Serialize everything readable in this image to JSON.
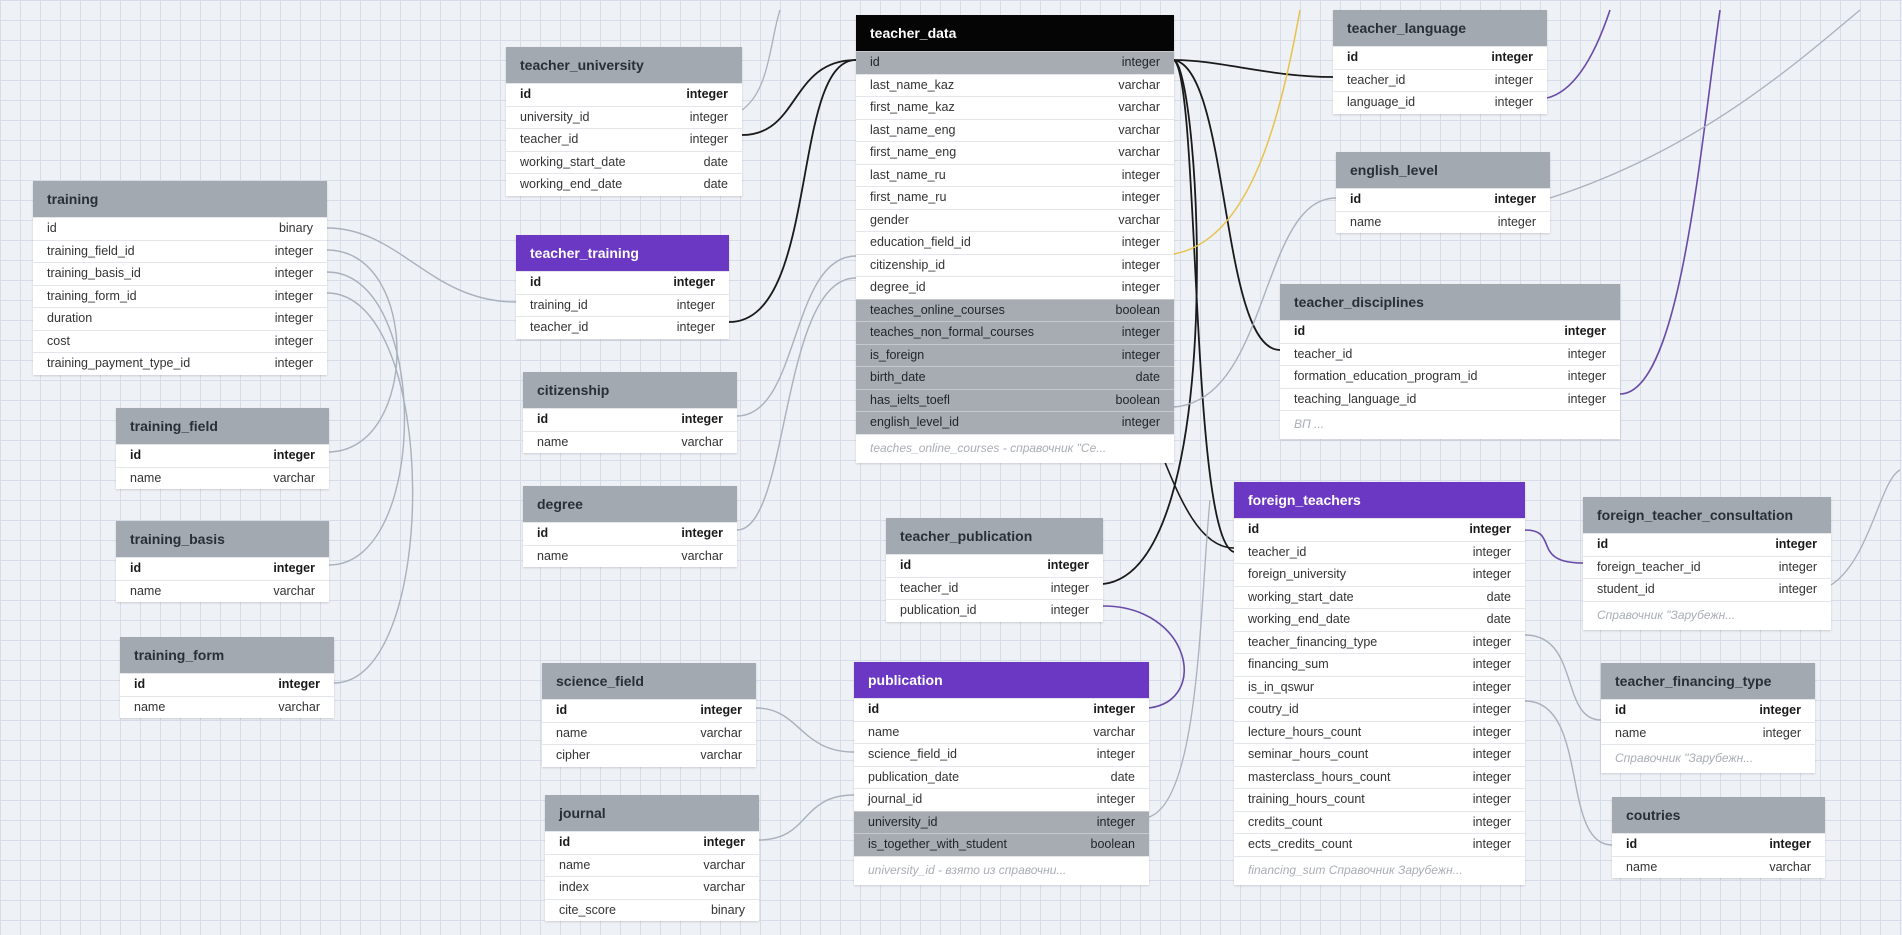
{
  "tables": [
    {
      "key": "teacher_data",
      "name": "teacher_data",
      "style": "black",
      "columns": [
        {
          "name": "id",
          "type": "integer",
          "hl": true
        },
        {
          "name": "last_name_kaz",
          "type": "varchar"
        },
        {
          "name": "first_name_kaz",
          "type": "varchar"
        },
        {
          "name": "last_name_eng",
          "type": "varchar"
        },
        {
          "name": "first_name_eng",
          "type": "varchar"
        },
        {
          "name": "last_name_ru",
          "type": "integer"
        },
        {
          "name": "first_name_ru",
          "type": "integer"
        },
        {
          "name": "gender",
          "type": "varchar"
        },
        {
          "name": "education_field_id",
          "type": "integer"
        },
        {
          "name": "citizenship_id",
          "type": "integer"
        },
        {
          "name": "degree_id",
          "type": "integer"
        },
        {
          "name": "teaches_online_courses",
          "type": "boolean",
          "hl": true
        },
        {
          "name": "teaches_non_formal_courses",
          "type": "integer",
          "hl": true
        },
        {
          "name": "is_foreign",
          "type": "integer",
          "hl": true
        },
        {
          "name": "birth_date",
          "type": "date",
          "hl": true
        },
        {
          "name": "has_ielts_toefl",
          "type": "boolean",
          "hl": true
        },
        {
          "name": "english_level_id",
          "type": "integer",
          "hl": true
        }
      ],
      "note": "teaches_online_courses - справочник \"Се..."
    },
    {
      "key": "teacher_university",
      "name": "teacher_university",
      "style": "gray",
      "columns": [
        {
          "name": "id",
          "type": "integer",
          "pk": true
        },
        {
          "name": "university_id",
          "type": "integer"
        },
        {
          "name": "teacher_id",
          "type": "integer"
        },
        {
          "name": "working_start_date",
          "type": "date"
        },
        {
          "name": "working_end_date",
          "type": "date"
        }
      ]
    },
    {
      "key": "training",
      "name": "training",
      "style": "gray",
      "columns": [
        {
          "name": "id",
          "type": "binary"
        },
        {
          "name": "training_field_id",
          "type": "integer"
        },
        {
          "name": "training_basis_id",
          "type": "integer"
        },
        {
          "name": "training_form_id",
          "type": "integer"
        },
        {
          "name": "duration",
          "type": "integer"
        },
        {
          "name": "cost",
          "type": "integer"
        },
        {
          "name": "training_payment_type_id",
          "type": "integer"
        }
      ]
    },
    {
      "key": "teacher_training",
      "name": "teacher_training",
      "style": "purple",
      "columns": [
        {
          "name": "id",
          "type": "integer",
          "pk": true
        },
        {
          "name": "training_id",
          "type": "integer"
        },
        {
          "name": "teacher_id",
          "type": "integer"
        }
      ]
    },
    {
      "key": "training_field",
      "name": "training_field",
      "style": "gray",
      "columns": [
        {
          "name": "id",
          "type": "integer",
          "pk": true
        },
        {
          "name": "name",
          "type": "varchar"
        }
      ]
    },
    {
      "key": "training_basis",
      "name": "training_basis",
      "style": "gray",
      "columns": [
        {
          "name": "id",
          "type": "integer",
          "pk": true
        },
        {
          "name": "name",
          "type": "varchar"
        }
      ]
    },
    {
      "key": "training_form",
      "name": "training_form",
      "style": "gray",
      "columns": [
        {
          "name": "id",
          "type": "integer",
          "pk": true
        },
        {
          "name": "name",
          "type": "varchar"
        }
      ]
    },
    {
      "key": "citizenship",
      "name": "citizenship",
      "style": "gray",
      "columns": [
        {
          "name": "id",
          "type": "integer",
          "pk": true
        },
        {
          "name": "name",
          "type": "varchar"
        }
      ]
    },
    {
      "key": "degree",
      "name": "degree",
      "style": "gray",
      "columns": [
        {
          "name": "id",
          "type": "integer",
          "pk": true
        },
        {
          "name": "name",
          "type": "varchar"
        }
      ]
    },
    {
      "key": "science_field",
      "name": "science_field",
      "style": "gray",
      "columns": [
        {
          "name": "id",
          "type": "integer",
          "pk": true
        },
        {
          "name": "name",
          "type": "varchar"
        },
        {
          "name": "cipher",
          "type": "varchar"
        }
      ]
    },
    {
      "key": "journal",
      "name": "journal",
      "style": "gray",
      "columns": [
        {
          "name": "id",
          "type": "integer",
          "pk": true
        },
        {
          "name": "name",
          "type": "varchar"
        },
        {
          "name": "index",
          "type": "varchar"
        },
        {
          "name": "cite_score",
          "type": "binary"
        }
      ]
    },
    {
      "key": "teacher_publication",
      "name": "teacher_publication",
      "style": "gray",
      "columns": [
        {
          "name": "id",
          "type": "integer",
          "pk": true
        },
        {
          "name": "teacher_id",
          "type": "integer"
        },
        {
          "name": "publication_id",
          "type": "integer"
        }
      ]
    },
    {
      "key": "publication",
      "name": "publication",
      "style": "purple",
      "columns": [
        {
          "name": "id",
          "type": "integer",
          "pk": true
        },
        {
          "name": "name",
          "type": "varchar"
        },
        {
          "name": "science_field_id",
          "type": "integer"
        },
        {
          "name": "publication_date",
          "type": "date"
        },
        {
          "name": "journal_id",
          "type": "integer"
        },
        {
          "name": "university_id",
          "type": "integer",
          "hl": true
        },
        {
          "name": "is_together_with_student",
          "type": "boolean",
          "hl": true
        }
      ],
      "note": "university_id - взято из справочни..."
    },
    {
      "key": "teacher_language",
      "name": "teacher_language",
      "style": "gray",
      "columns": [
        {
          "name": "id",
          "type": "integer",
          "pk": true
        },
        {
          "name": "teacher_id",
          "type": "integer"
        },
        {
          "name": "language_id",
          "type": "integer"
        }
      ]
    },
    {
      "key": "english_level",
      "name": "english_level",
      "style": "gray",
      "columns": [
        {
          "name": "id",
          "type": "integer",
          "pk": true
        },
        {
          "name": "name",
          "type": "integer"
        }
      ]
    },
    {
      "key": "teacher_disciplines",
      "name": "teacher_disciplines",
      "style": "gray",
      "columns": [
        {
          "name": "id",
          "type": "integer",
          "pk": true
        },
        {
          "name": "teacher_id",
          "type": "integer"
        },
        {
          "name": "formation_education_program_id",
          "type": "integer"
        },
        {
          "name": "teaching_language_id",
          "type": "integer"
        }
      ],
      "note": "ВП ..."
    },
    {
      "key": "foreign_teachers",
      "name": "foreign_teachers",
      "style": "purple",
      "columns": [
        {
          "name": "id",
          "type": "integer",
          "pk": true
        },
        {
          "name": "teacher_id",
          "type": "integer"
        },
        {
          "name": "foreign_university",
          "type": "integer"
        },
        {
          "name": "working_start_date",
          "type": "date"
        },
        {
          "name": "working_end_date",
          "type": "date"
        },
        {
          "name": "teacher_financing_type",
          "type": "integer"
        },
        {
          "name": "financing_sum",
          "type": "integer"
        },
        {
          "name": "is_in_qswur",
          "type": "integer"
        },
        {
          "name": "coutry_id",
          "type": "integer"
        },
        {
          "name": "lecture_hours_count",
          "type": "integer"
        },
        {
          "name": "seminar_hours_count",
          "type": "integer"
        },
        {
          "name": "masterclass_hours_count",
          "type": "integer"
        },
        {
          "name": "training_hours_count",
          "type": "integer"
        },
        {
          "name": "credits_count",
          "type": "integer"
        },
        {
          "name": "ects_credits_count",
          "type": "integer"
        }
      ],
      "note": "financing_sum Справочник Зарубежн..."
    },
    {
      "key": "foreign_teacher_consultation",
      "name": "foreign_teacher_consultation",
      "style": "gray",
      "columns": [
        {
          "name": "id",
          "type": "integer",
          "pk": true
        },
        {
          "name": "foreign_teacher_id",
          "type": "integer"
        },
        {
          "name": "student_id",
          "type": "integer"
        }
      ],
      "note": "Справочник \"Зарубежн..."
    },
    {
      "key": "teacher_financing_type",
      "name": "teacher_financing_type",
      "style": "gray",
      "columns": [
        {
          "name": "id",
          "type": "integer",
          "pk": true
        },
        {
          "name": "name",
          "type": "integer"
        }
      ],
      "note": "Справочник \"Зарубежн..."
    },
    {
      "key": "coutries",
      "name": "coutries",
      "style": "gray",
      "columns": [
        {
          "name": "id",
          "type": "integer",
          "pk": true
        },
        {
          "name": "name",
          "type": "varchar"
        }
      ]
    }
  ],
  "colors": {
    "header_gray": "#a3a9b1",
    "header_purple": "#6b38c4",
    "header_black": "#050505",
    "link_dark": "#1a1a1a",
    "link_purple": "#6a4aa8",
    "link_gray": "#a9b1bd",
    "link_yellow": "#e8c24a"
  }
}
